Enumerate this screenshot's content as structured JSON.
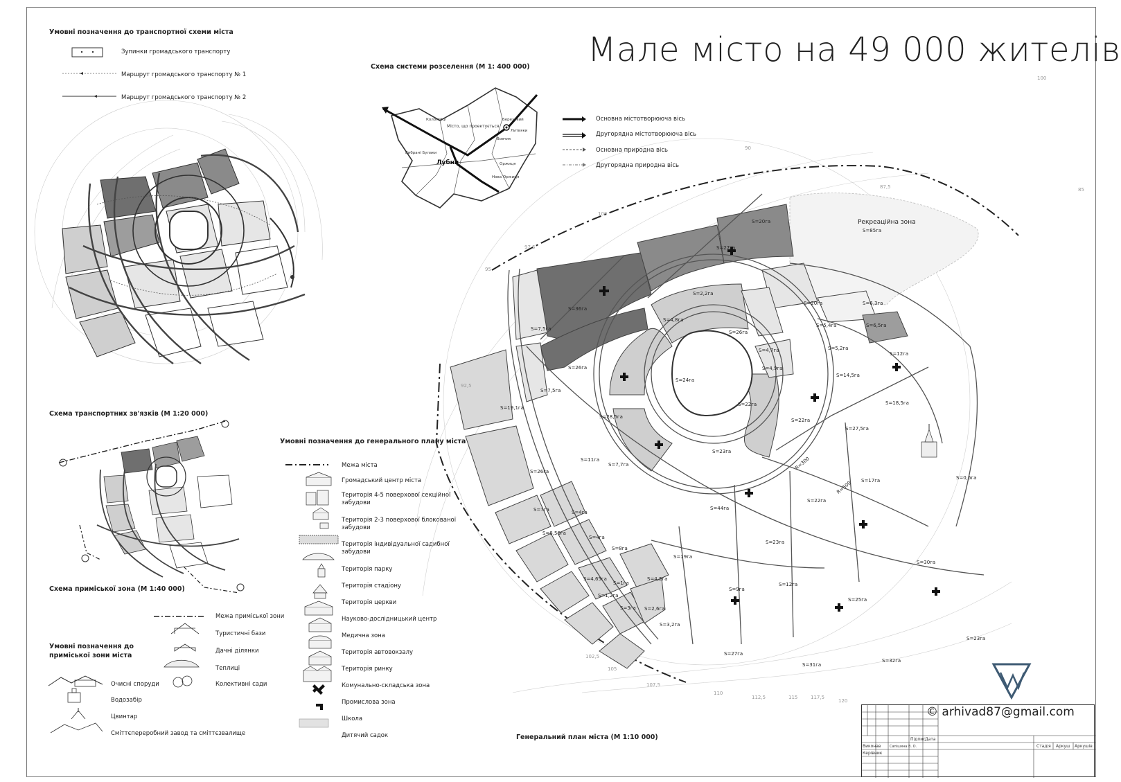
{
  "title": "Мале місто на 49 000 жителів",
  "transport_legend": {
    "heading": "Умовні позначення до транспортної схеми міста",
    "items": [
      {
        "label": "Зупинки громадського транспорту"
      },
      {
        "label": "Маршрут громадського транспорту № 1"
      },
      {
        "label": "Маршрут громадського транспорту № 2"
      }
    ]
  },
  "settlement_scheme": {
    "heading": "Схема системи розселення (М 1: 400 000)",
    "places": [
      "Лубни",
      "Місто, що проектується",
      "Коломійці",
      "Литвяки",
      "Березовий",
      "Вовчик",
      "Вибрані Булаки",
      "Оржиця",
      "Нова Оржиця"
    ],
    "legend": [
      {
        "label": "Основна містотворююча вісь"
      },
      {
        "label": "Другорядна містотворююча вісь"
      },
      {
        "label": "Основна природна вісь"
      },
      {
        "label": "Другорядна природна вісь"
      }
    ]
  },
  "transport_scheme": {
    "heading": "Схема транспортних зв'язків (М 1:20 000)"
  },
  "suburban_scheme": {
    "heading": "Схема приміської зона (М 1:40 000)"
  },
  "suburban_legend": {
    "heading_line1": "Умовні позначення до",
    "heading_line2": "приміської зони міста",
    "items_right": [
      {
        "label": "Межа приміської зони"
      },
      {
        "label": "Туристичні бази"
      },
      {
        "label": "Дачні ділянки"
      },
      {
        "label": "Теплиці"
      },
      {
        "label": "Колективні сади"
      }
    ],
    "items_left": [
      {
        "label": "Очисні споруди"
      },
      {
        "label": "Водозабір"
      },
      {
        "label": "Цвинтар"
      },
      {
        "label": "Сміттєпереробний завод та сміттєзвалище"
      }
    ]
  },
  "master_legend": {
    "heading": "Умовні позначення до генерального плану міста",
    "items": [
      {
        "label": "Межа міста"
      },
      {
        "label": "Громадський центр міста"
      },
      {
        "label": "Територія 4-5 поверхової секційної забудови"
      },
      {
        "label": "Територія 2-3 поверхової блокованої забудови"
      },
      {
        "label": "Територія індивідуальної садибної забудови"
      },
      {
        "label": "Територія парку"
      },
      {
        "label": "Територія стадіону"
      },
      {
        "label": "Територія церкви"
      },
      {
        "label": "Науково-дослідницький центр"
      },
      {
        "label": "Медична зона"
      },
      {
        "label": "Територія автовокзалу"
      },
      {
        "label": "Територія ринку"
      },
      {
        "label": "Комунально-складська зона"
      },
      {
        "label": "Промислова зона"
      },
      {
        "label": "Школа"
      },
      {
        "label": "Дитячий садок"
      }
    ]
  },
  "master_plan": {
    "heading": "Генеральний план міста (М 1:10 000)",
    "recreation": {
      "label": "Рекреаційна зона",
      "area": "S=85га"
    },
    "areas": [
      "S=36га",
      "S=27га",
      "S=20га",
      "S=7,5га",
      "S=2,2га",
      "S=4,8га",
      "S=20га",
      "S=6,3га",
      "S=26га",
      "S=26га",
      "S=4,7га",
      "S=5,4га",
      "S=6,5га",
      "S=7,5га",
      "S=24га",
      "S=22га",
      "S=4,9га",
      "S=5,2га",
      "S=12га",
      "S=14,5га",
      "S=19,1га",
      "S=28,5га",
      "S=22га",
      "S=27,5га",
      "S=18,5га",
      "S=11га",
      "S=7,7га",
      "S=23га",
      "S=17га",
      "S=0,6га",
      "S=26га",
      "S=44га",
      "S=22га",
      "S=7га",
      "S=4га",
      "S=23га",
      "S=8,56га",
      "S=4га",
      "S=19га",
      "S=30га",
      "S=8га",
      "S=4,65га",
      "S=4,2га",
      "S=9га",
      "S=12га",
      "S=25га",
      "S=1га",
      "S=1,2га",
      "S=3га",
      "S=2,6га",
      "S=3,2га",
      "S=27га",
      "S=31га",
      "S=32га",
      "S=23га"
    ],
    "radius_labels": [
      "R=300",
      "R=500"
    ],
    "contours": [
      "100",
      "97,5",
      "95",
      "92,5",
      "90",
      "87,5",
      "85",
      "100",
      "102,5",
      "105",
      "107,5",
      "110",
      "112,5",
      "115",
      "117,5",
      "120"
    ]
  },
  "stamp": {
    "email": "arhivad87@gmail.com",
    "email_prefix": "©",
    "cells": {
      "podpis": "Підпис",
      "data": "Дата",
      "vykonav": "Виконав",
      "vykonav_name": "Сапішина В. О.",
      "kerivnyk": "Керівник",
      "stadia": "Стадія",
      "arkush": "Аркуш",
      "arkushiv": "Аркушів"
    }
  },
  "colors": {
    "ink": "#222222",
    "dark": "#6f6f6f",
    "mid": "#9d9d9d",
    "light": "#cfcfcf",
    "pale": "#e6e6e6"
  }
}
